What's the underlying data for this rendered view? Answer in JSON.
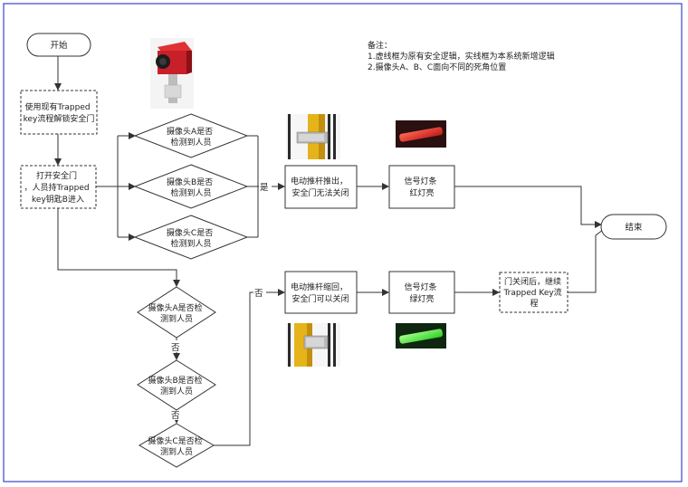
{
  "nodes": {
    "start": "开始",
    "step1": [
      "使用现有Trapped",
      "key流程解锁安全门"
    ],
    "step2": [
      "打开安全门",
      "，人员持Trapped",
      "key钥匙B进入"
    ],
    "camA_top": [
      "摄像头A是否",
      "检测到人员"
    ],
    "camB_top": [
      "摄像头B是否",
      "检测到人员"
    ],
    "camC_top": [
      "摄像头C是否",
      "检测到人员"
    ],
    "push_out": [
      "电动推杆推出，",
      "安全门无法关闭"
    ],
    "red_light": [
      "信号灯条",
      "红灯亮"
    ],
    "retract": [
      "电动推杆缩回，",
      "安全门可以关闭"
    ],
    "green_light": [
      "信号灯条",
      "绿灯亮"
    ],
    "continue": [
      "门关闭后，继续",
      "Trapped Key流",
      "程"
    ],
    "end": "结束",
    "camA_bot": [
      "摄像头A是否检",
      "测到人员"
    ],
    "camB_bot": [
      "摄像头B是否检",
      "测到人员"
    ],
    "camC_bot": [
      "摄像头C是否检",
      "测到人员"
    ]
  },
  "edge_labels": {
    "yes": "是",
    "no_retract": "否",
    "no_a": "否",
    "no_b": "否"
  },
  "notes": {
    "title": "备注：",
    "line1": "1.虚线框为原有安全逻辑，实线框为本系统新增逻辑",
    "line2": "2.摄像头A、B、C面向不同的死角位置"
  },
  "colors": {
    "frame": "#3b44c8",
    "red_bar": "#e8413a",
    "green_bar": "#5dff4a",
    "camera_body": "#c8202a"
  }
}
